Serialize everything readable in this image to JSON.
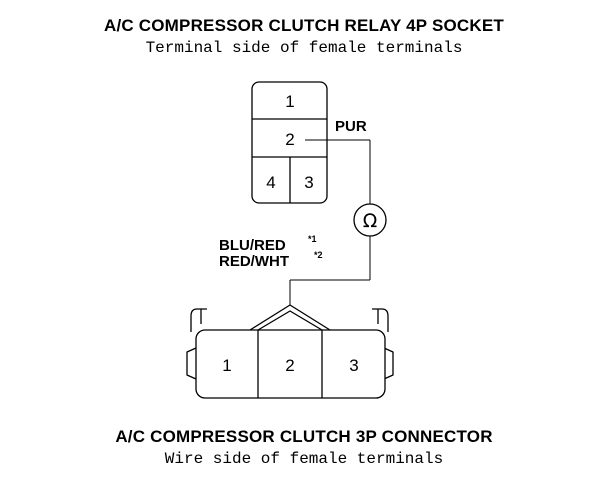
{
  "top": {
    "title": "A/C COMPRESSOR CLUTCH RELAY 4P SOCKET",
    "subtitle": "Terminal side of female terminals"
  },
  "relay_socket": {
    "terminals": [
      "1",
      "2",
      "4",
      "3"
    ]
  },
  "wires": {
    "pur": "PUR",
    "blu_red": "BLU/RED",
    "blu_red_note": "*1",
    "red_wht": "RED/WHT",
    "red_wht_note": "*2"
  },
  "meter": {
    "symbol": "Ω",
    "icon": "ohmmeter-icon"
  },
  "connector": {
    "terminals": [
      "1",
      "2",
      "3"
    ]
  },
  "bottom": {
    "title": "A/C COMPRESSOR CLUTCH 3P CONNECTOR",
    "subtitle": "Wire side of female terminals"
  }
}
